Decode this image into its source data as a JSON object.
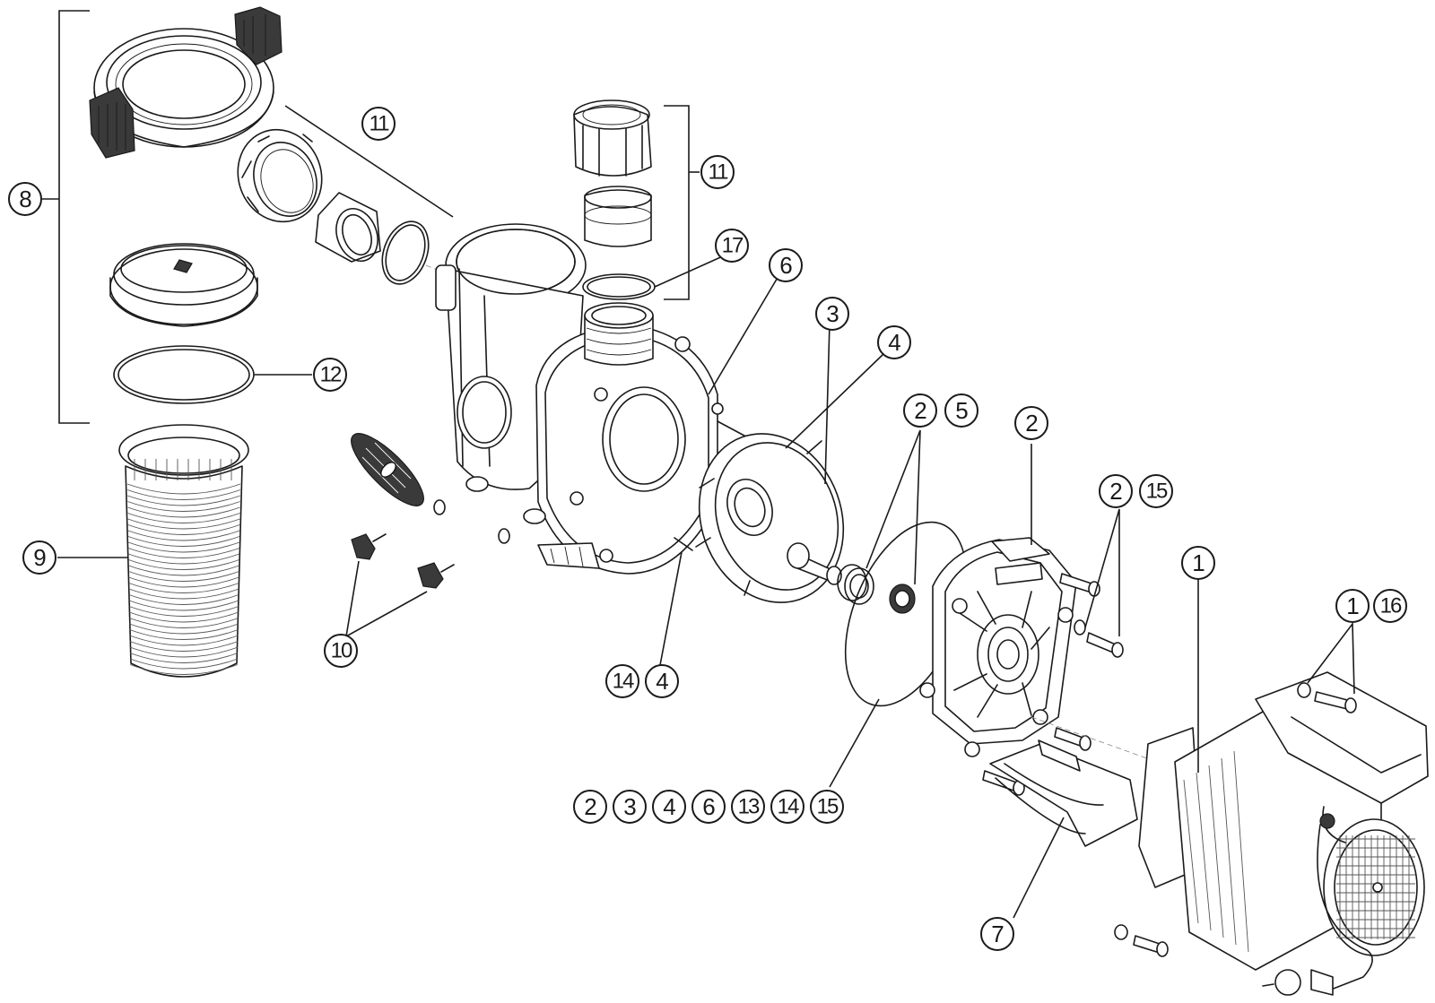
{
  "diagram": {
    "title": "Pool pump exploded parts diagram",
    "callouts": {
      "c8": "8",
      "c9": "9",
      "c10": "10",
      "c11a": "11",
      "c11b": "11",
      "c12": "12",
      "c17": "17",
      "c6": "6",
      "c3": "3",
      "c4": "4",
      "c2_5": [
        "2",
        "5"
      ],
      "c2": "2",
      "c2_15": [
        "2",
        "15"
      ],
      "c1": "1",
      "c1_16": [
        "1",
        "16"
      ],
      "c14_4": [
        "14",
        "4"
      ],
      "c7": "7",
      "c_group": [
        "2",
        "3",
        "4",
        "6",
        "13",
        "14",
        "15"
      ]
    }
  }
}
